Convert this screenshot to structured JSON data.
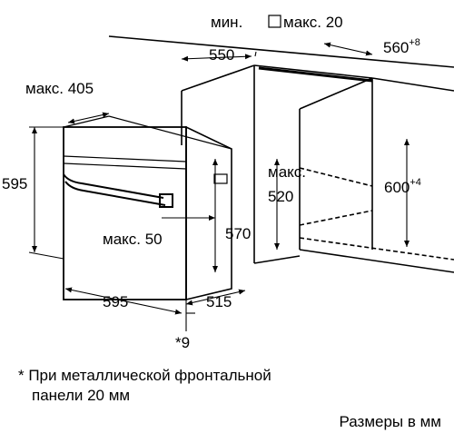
{
  "labels": {
    "min": "мин.",
    "min_value": "550",
    "max_top": "макс. 20",
    "width_560": "560",
    "width_560_tol": "+8",
    "max_405": "макс. 405",
    "h595": "595",
    "max_520_line1": "макс.",
    "max_520_line2": "520",
    "h600": "600",
    "h600_tol": "+4",
    "h570": "570",
    "max_50": "макс. 50",
    "w595": "595",
    "d515": "515",
    "d9": "*9"
  },
  "footnote": {
    "line1": "* При металлической фронтальной",
    "line2": "панели 20 мм"
  },
  "units_note": "Размеры в мм"
}
